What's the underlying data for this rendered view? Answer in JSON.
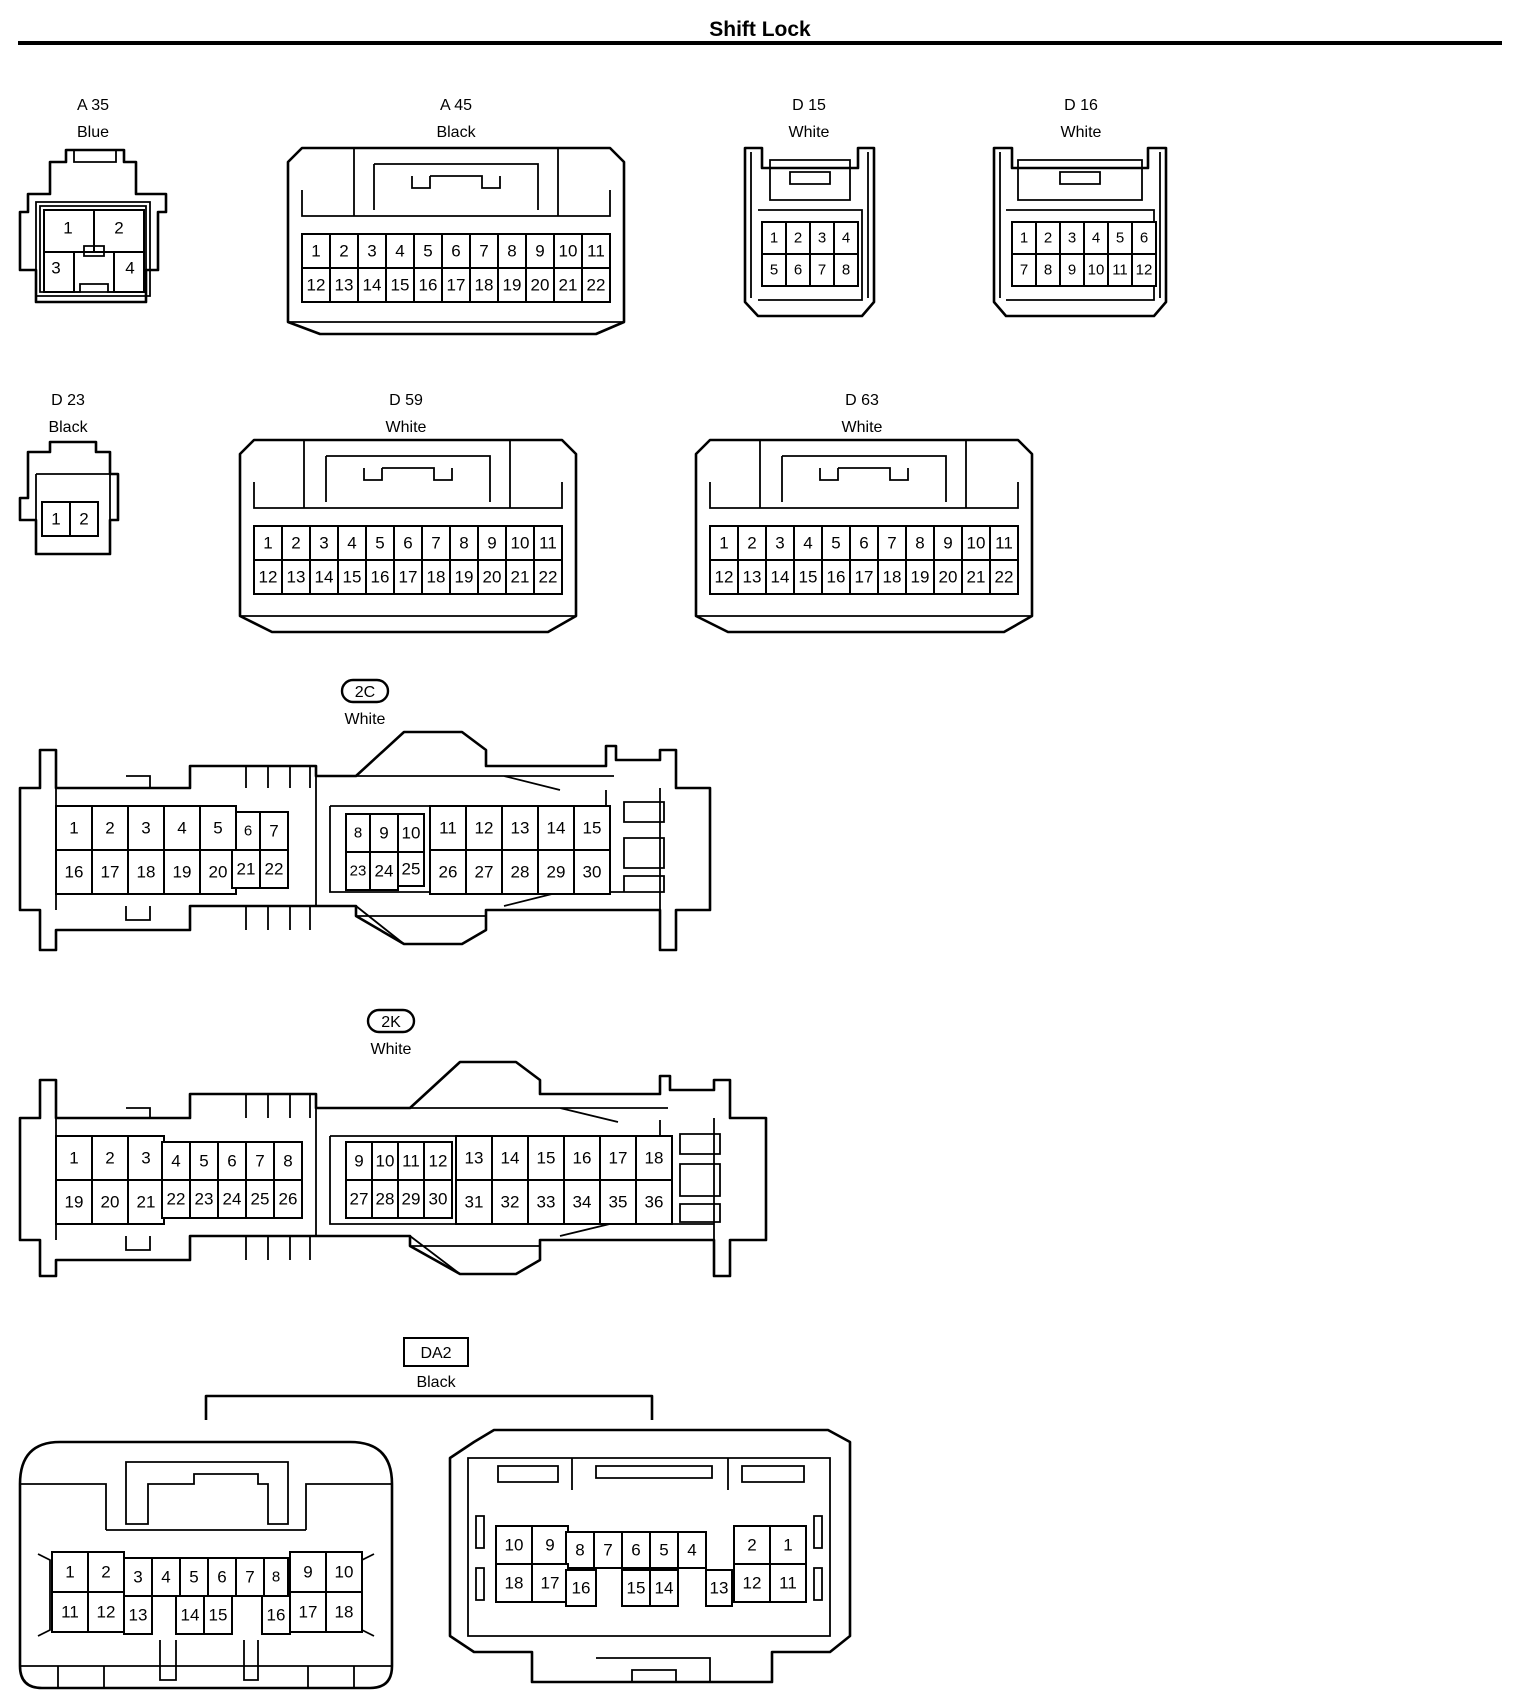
{
  "title": "Shift Lock",
  "connectors": [
    {
      "id": "A 35",
      "color": "Blue",
      "pins": [
        "1",
        "2",
        "3",
        "4"
      ]
    },
    {
      "id": "A 45",
      "color": "Black",
      "pins": [
        "1",
        "2",
        "3",
        "4",
        "5",
        "6",
        "7",
        "8",
        "9",
        "10",
        "11",
        "12",
        "13",
        "14",
        "15",
        "16",
        "17",
        "18",
        "19",
        "20",
        "21",
        "22"
      ]
    },
    {
      "id": "D 15",
      "color": "White",
      "pins": [
        "1",
        "2",
        "3",
        "4",
        "5",
        "6",
        "7",
        "8"
      ]
    },
    {
      "id": "D 16",
      "color": "White",
      "pins": [
        "1",
        "2",
        "3",
        "4",
        "5",
        "6",
        "7",
        "8",
        "9",
        "10",
        "11",
        "12"
      ]
    },
    {
      "id": "D 23",
      "color": "Black",
      "pins": [
        "1",
        "2"
      ]
    },
    {
      "id": "D 59",
      "color": "White",
      "pins": [
        "1",
        "2",
        "3",
        "4",
        "5",
        "6",
        "7",
        "8",
        "9",
        "10",
        "11",
        "12",
        "13",
        "14",
        "15",
        "16",
        "17",
        "18",
        "19",
        "20",
        "21",
        "22"
      ]
    },
    {
      "id": "D 63",
      "color": "White",
      "pins": [
        "1",
        "2",
        "3",
        "4",
        "5",
        "6",
        "7",
        "8",
        "9",
        "10",
        "11",
        "12",
        "13",
        "14",
        "15",
        "16",
        "17",
        "18",
        "19",
        "20",
        "21",
        "22"
      ]
    },
    {
      "id": "2C",
      "color": "White",
      "pins": [
        "1",
        "2",
        "3",
        "4",
        "5",
        "6",
        "7",
        "8",
        "9",
        "10",
        "11",
        "12",
        "13",
        "14",
        "15",
        "16",
        "17",
        "18",
        "19",
        "20",
        "21",
        "22",
        "23",
        "24",
        "25",
        "26",
        "27",
        "28",
        "29",
        "30"
      ]
    },
    {
      "id": "2K",
      "color": "White",
      "pins": [
        "1",
        "2",
        "3",
        "4",
        "5",
        "6",
        "7",
        "8",
        "9",
        "10",
        "11",
        "12",
        "13",
        "14",
        "15",
        "16",
        "17",
        "18",
        "19",
        "20",
        "21",
        "22",
        "23",
        "24",
        "25",
        "26",
        "27",
        "28",
        "29",
        "30",
        "31",
        "32",
        "33",
        "34",
        "35",
        "36"
      ]
    },
    {
      "id": "DA2",
      "color": "Black",
      "pins": [
        "1",
        "2",
        "3",
        "4",
        "5",
        "6",
        "7",
        "8",
        "9",
        "10",
        "11",
        "12",
        "13",
        "14",
        "15",
        "16",
        "17",
        "18"
      ]
    }
  ]
}
